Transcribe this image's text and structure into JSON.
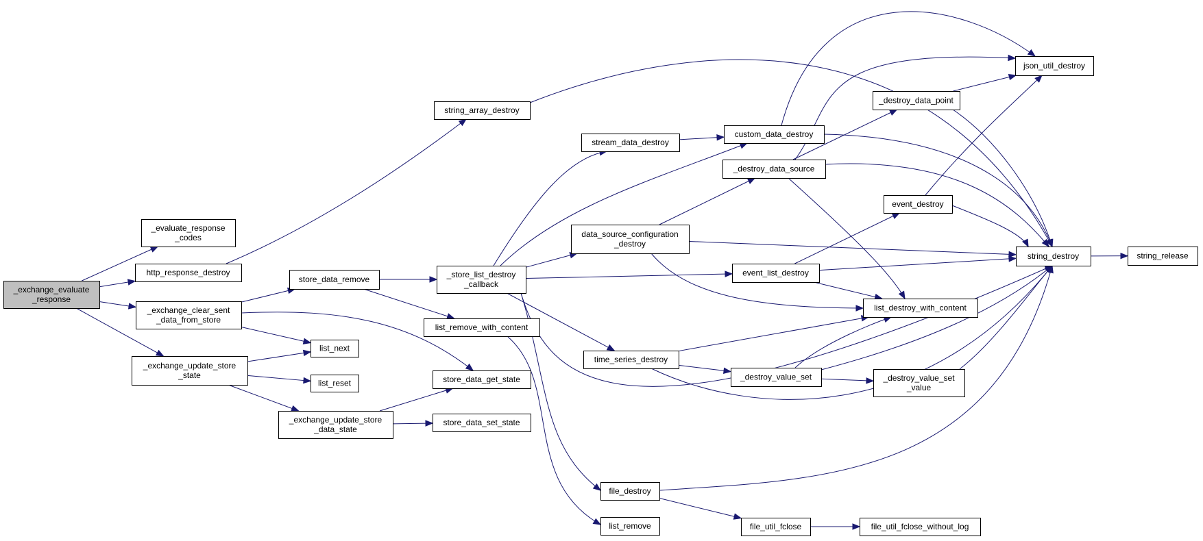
{
  "nodes": [
    {
      "id": "root",
      "lines": [
        "_exchange_evaluate",
        "_response"
      ]
    },
    {
      "id": "eval_codes",
      "lines": [
        "_evaluate_response",
        "_codes"
      ]
    },
    {
      "id": "http_destroy",
      "lines": [
        "http_response_destroy"
      ]
    },
    {
      "id": "clear_sent",
      "lines": [
        "_exchange_clear_sent",
        "_data_from_store"
      ]
    },
    {
      "id": "update_store",
      "lines": [
        "_exchange_update_store",
        "_state"
      ]
    },
    {
      "id": "store_remove",
      "lines": [
        "store_data_remove"
      ]
    },
    {
      "id": "list_next",
      "lines": [
        "list_next"
      ]
    },
    {
      "id": "list_reset",
      "lines": [
        "list_reset"
      ]
    },
    {
      "id": "update_store_data",
      "lines": [
        "_exchange_update_store",
        "_data_state"
      ]
    },
    {
      "id": "str_array_destroy",
      "lines": [
        "string_array_destroy"
      ]
    },
    {
      "id": "list_destroy_cb",
      "lines": [
        "_store_list_destroy",
        "_callback"
      ]
    },
    {
      "id": "list_remove_wc",
      "lines": [
        "list_remove_with_content"
      ]
    },
    {
      "id": "get_state",
      "lines": [
        "store_data_get_state"
      ]
    },
    {
      "id": "set_state",
      "lines": [
        "store_data_set_state"
      ]
    },
    {
      "id": "stream_destroy",
      "lines": [
        "stream_data_destroy"
      ]
    },
    {
      "id": "dsc_destroy",
      "lines": [
        "data_source_configuration",
        "_destroy"
      ]
    },
    {
      "id": "ts_destroy",
      "lines": [
        "time_series_destroy"
      ]
    },
    {
      "id": "file_destroy",
      "lines": [
        "file_destroy"
      ]
    },
    {
      "id": "list_remove",
      "lines": [
        "list_remove"
      ]
    },
    {
      "id": "custom_destroy",
      "lines": [
        "custom_data_destroy"
      ]
    },
    {
      "id": "ds_destroy",
      "lines": [
        "_destroy_data_source"
      ]
    },
    {
      "id": "event_list_destroy",
      "lines": [
        "event_list_destroy"
      ]
    },
    {
      "id": "value_set",
      "lines": [
        "_destroy_value_set"
      ]
    },
    {
      "id": "fclose",
      "lines": [
        "file_util_fclose"
      ]
    },
    {
      "id": "dp_destroy",
      "lines": [
        "_destroy_data_point"
      ]
    },
    {
      "id": "event_destroy",
      "lines": [
        "event_destroy"
      ]
    },
    {
      "id": "list_destroy_wc",
      "lines": [
        "list_destroy_with_content"
      ]
    },
    {
      "id": "vsv",
      "lines": [
        "_destroy_value_set",
        "_value"
      ]
    },
    {
      "id": "fclose_nolog",
      "lines": [
        "file_util_fclose_without_log"
      ]
    },
    {
      "id": "json_destroy",
      "lines": [
        "json_util_destroy"
      ]
    },
    {
      "id": "string_destroy",
      "lines": [
        "string_destroy"
      ]
    },
    {
      "id": "string_release",
      "lines": [
        "string_release"
      ]
    }
  ],
  "edges": [
    [
      "root",
      "eval_codes"
    ],
    [
      "root",
      "http_destroy"
    ],
    [
      "root",
      "clear_sent"
    ],
    [
      "root",
      "update_store"
    ],
    [
      "http_destroy",
      "str_array_destroy"
    ],
    [
      "clear_sent",
      "store_remove"
    ],
    [
      "clear_sent",
      "list_next"
    ],
    [
      "clear_sent",
      "get_state"
    ],
    [
      "update_store",
      "list_next"
    ],
    [
      "update_store",
      "list_reset"
    ],
    [
      "update_store",
      "update_store_data"
    ],
    [
      "update_store_data",
      "get_state"
    ],
    [
      "update_store_data",
      "set_state"
    ],
    [
      "store_remove",
      "list_destroy_cb"
    ],
    [
      "store_remove",
      "list_remove_wc"
    ],
    [
      "list_remove_wc",
      "list_remove"
    ],
    [
      "str_array_destroy",
      "string_destroy"
    ],
    [
      "list_destroy_cb",
      "stream_destroy"
    ],
    [
      "list_destroy_cb",
      "custom_destroy"
    ],
    [
      "list_destroy_cb",
      "dsc_destroy"
    ],
    [
      "list_destroy_cb",
      "event_list_destroy"
    ],
    [
      "list_destroy_cb",
      "ts_destroy"
    ],
    [
      "list_destroy_cb",
      "file_destroy"
    ],
    [
      "list_destroy_cb",
      "string_destroy"
    ],
    [
      "stream_destroy",
      "custom_destroy"
    ],
    [
      "custom_destroy",
      "json_destroy"
    ],
    [
      "custom_destroy",
      "string_destroy"
    ],
    [
      "dsc_destroy",
      "ds_destroy"
    ],
    [
      "dsc_destroy",
      "string_destroy"
    ],
    [
      "dsc_destroy",
      "list_destroy_wc"
    ],
    [
      "ds_destroy",
      "json_destroy"
    ],
    [
      "ds_destroy",
      "dp_destroy"
    ],
    [
      "ds_destroy",
      "string_destroy"
    ],
    [
      "ds_destroy",
      "list_destroy_wc"
    ],
    [
      "dp_destroy",
      "json_destroy"
    ],
    [
      "dp_destroy",
      "string_destroy"
    ],
    [
      "event_list_destroy",
      "event_destroy"
    ],
    [
      "event_list_destroy",
      "string_destroy"
    ],
    [
      "event_list_destroy",
      "list_destroy_wc"
    ],
    [
      "event_destroy",
      "json_destroy"
    ],
    [
      "event_destroy",
      "string_destroy"
    ],
    [
      "ts_destroy",
      "list_destroy_wc"
    ],
    [
      "ts_destroy",
      "value_set"
    ],
    [
      "ts_destroy",
      "string_destroy"
    ],
    [
      "value_set",
      "list_destroy_wc"
    ],
    [
      "value_set",
      "vsv"
    ],
    [
      "value_set",
      "string_destroy"
    ],
    [
      "vsv",
      "string_destroy"
    ],
    [
      "file_destroy",
      "string_destroy"
    ],
    [
      "file_destroy",
      "fclose"
    ],
    [
      "fclose",
      "fclose_nolog"
    ],
    [
      "string_destroy",
      "string_release"
    ]
  ]
}
